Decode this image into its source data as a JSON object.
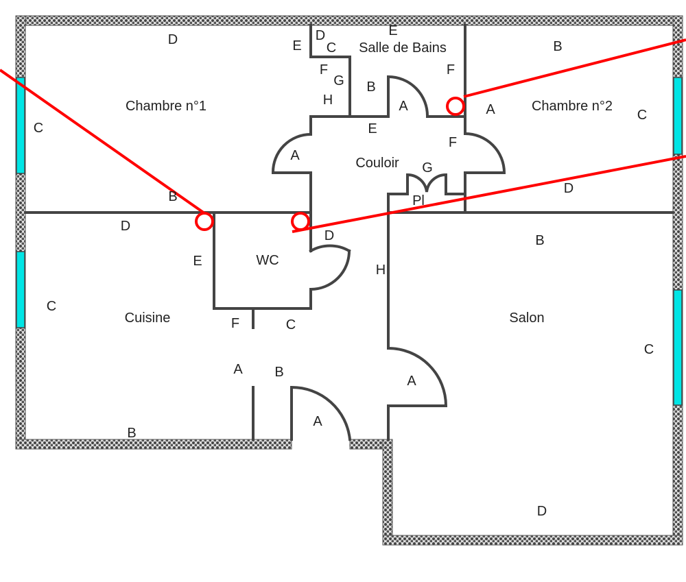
{
  "rooms": {
    "chambre1": "Chambre n°1",
    "chambre2": "Chambre n°2",
    "salle_de_bains": "Salle de Bains",
    "couloir": "Couloir",
    "wc": "WC",
    "cuisine": "Cuisine",
    "salon": "Salon",
    "placard": "Pl"
  },
  "labels": [
    "D",
    "E",
    "D",
    "C",
    "E",
    "B",
    "F",
    "G",
    "H",
    "B",
    "A",
    "F",
    "A",
    "C",
    "C",
    "E",
    "F",
    "A",
    "G",
    "D",
    "B",
    "D",
    "D",
    "B",
    "E",
    "H",
    "C",
    "F",
    "C",
    "C",
    "A",
    "B",
    "A",
    "A",
    "B",
    "D"
  ],
  "colors": {
    "wall": "#444444",
    "window": "#00e5e5",
    "marker": "#ff0000"
  }
}
